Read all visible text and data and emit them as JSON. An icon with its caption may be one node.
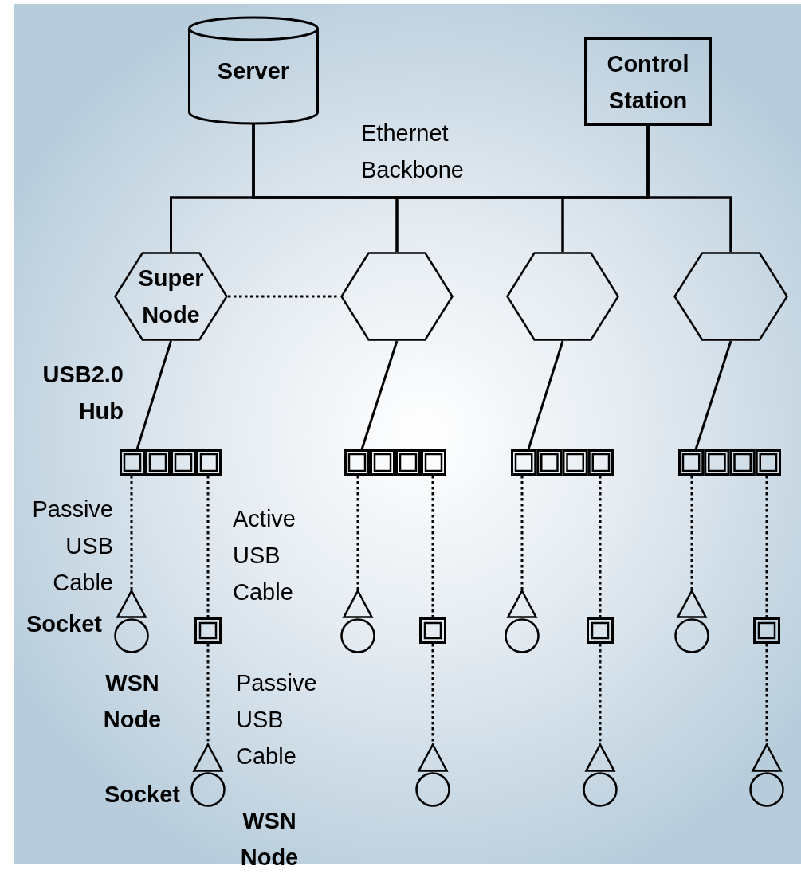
{
  "diagram": {
    "nodes": [
      {
        "text": [
          "Server"
        ]
      },
      {
        "text": [
          "Control Station"
        ]
      },
      {
        "text": [
          "Super Node"
        ]
      },
      {
        "text": [],
        "shape": "hexagon"
      },
      {
        "text": [],
        "shape": "hexagon"
      },
      {
        "text": [],
        "shape": "hexagon"
      },
      {
        "text": [],
        "shape": "bar",
        "beside": [
          "USB2.0 Hub"
        ]
      },
      {
        "text": [],
        "shape": "bar"
      },
      {
        "text": [],
        "shape": "bar"
      },
      {
        "text": [],
        "shape": "bar"
      },
      {
        "text": [],
        "shape": "triangle",
        "beside": [
          "Socket"
        ]
      },
      {
        "text": [],
        "shape": "circle",
        "beside": [
          "WSN Node"
        ]
      },
      {
        "text": [],
        "shape": "box"
      },
      {
        "text": [],
        "shape": "triangle",
        "beside": [
          "Socket"
        ]
      },
      {
        "text": [],
        "shape": "circle",
        "beside": [
          "WSN Node"
        ]
      },
      {
        "text": [],
        "shape": "triangle"
      },
      {
        "text": [],
        "shape": "circle"
      },
      {
        "text": [],
        "shape": "box"
      },
      {
        "text": [],
        "shape": "triangle"
      },
      {
        "text": [],
        "shape": "circle"
      },
      {
        "text": [],
        "shape": "triangle"
      },
      {
        "text": [],
        "shape": "circle"
      },
      {
        "text": [],
        "shape": "box"
      },
      {
        "text": [],
        "shape": "triangle"
      },
      {
        "text": [],
        "shape": "circle"
      },
      {
        "text": [],
        "shape": "triangle"
      },
      {
        "text": [],
        "shape": "circle"
      },
      {
        "text": [],
        "shape": "box"
      },
      {
        "text": [],
        "shape": "triangle"
      },
      {
        "text": [],
        "shape": "circle"
      }
    ],
    "edges": [
      {
        "from": 0,
        "to": 2,
        "arrow": "none"
      },
      {
        "from": 0,
        "to": 3,
        "arrow": "none"
      },
      {
        "from": 0,
        "to": 4,
        "arrow": "none"
      },
      {
        "from": 0,
        "to": 5,
        "arrow": "none"
      },
      {
        "from": 1,
        "to": 2,
        "arrow": "none"
      },
      {
        "from": 1,
        "to": 3,
        "arrow": "none"
      },
      {
        "from": 1,
        "to": 4,
        "arrow": "none"
      },
      {
        "from": 1,
        "to": 5,
        "arrow": "none"
      },
      {
        "from": 2,
        "to": 3,
        "arrow": "none",
        "style": "dashed"
      },
      {
        "from": 2,
        "to": 6,
        "arrow": "none"
      },
      {
        "from": 3,
        "to": 7,
        "arrow": "none"
      },
      {
        "from": 4,
        "to": 8,
        "arrow": "none"
      },
      {
        "from": 5,
        "to": 9,
        "arrow": "none"
      },
      {
        "from": 6,
        "to": 10,
        "arrow": "none",
        "style": "dashed"
      },
      {
        "from": 6,
        "to": 12,
        "arrow": "none",
        "style": "dashed"
      },
      {
        "from": 12,
        "to": 13,
        "arrow": "none",
        "style": "dashed"
      },
      {
        "from": 7,
        "to": 15,
        "arrow": "none",
        "style": "dashed"
      },
      {
        "from": 7,
        "to": 17,
        "arrow": "none",
        "style": "dashed"
      },
      {
        "from": 17,
        "to": 18,
        "arrow": "none",
        "style": "dashed"
      },
      {
        "from": 8,
        "to": 20,
        "arrow": "none",
        "style": "dashed"
      },
      {
        "from": 8,
        "to": 22,
        "arrow": "none",
        "style": "dashed"
      },
      {
        "from": 22,
        "to": 23,
        "arrow": "none",
        "style": "dashed"
      },
      {
        "from": 9,
        "to": 25,
        "arrow": "none",
        "style": "dashed"
      },
      {
        "from": 9,
        "to": 27,
        "arrow": "none",
        "style": "dashed"
      },
      {
        "from": 27,
        "to": 28,
        "arrow": "none",
        "style": "dashed"
      }
    ],
    "labels": [
      "Ethernet Backbone",
      "Passive USB Cable",
      "Active USB Cable",
      "Passive USB Cable"
    ]
  }
}
